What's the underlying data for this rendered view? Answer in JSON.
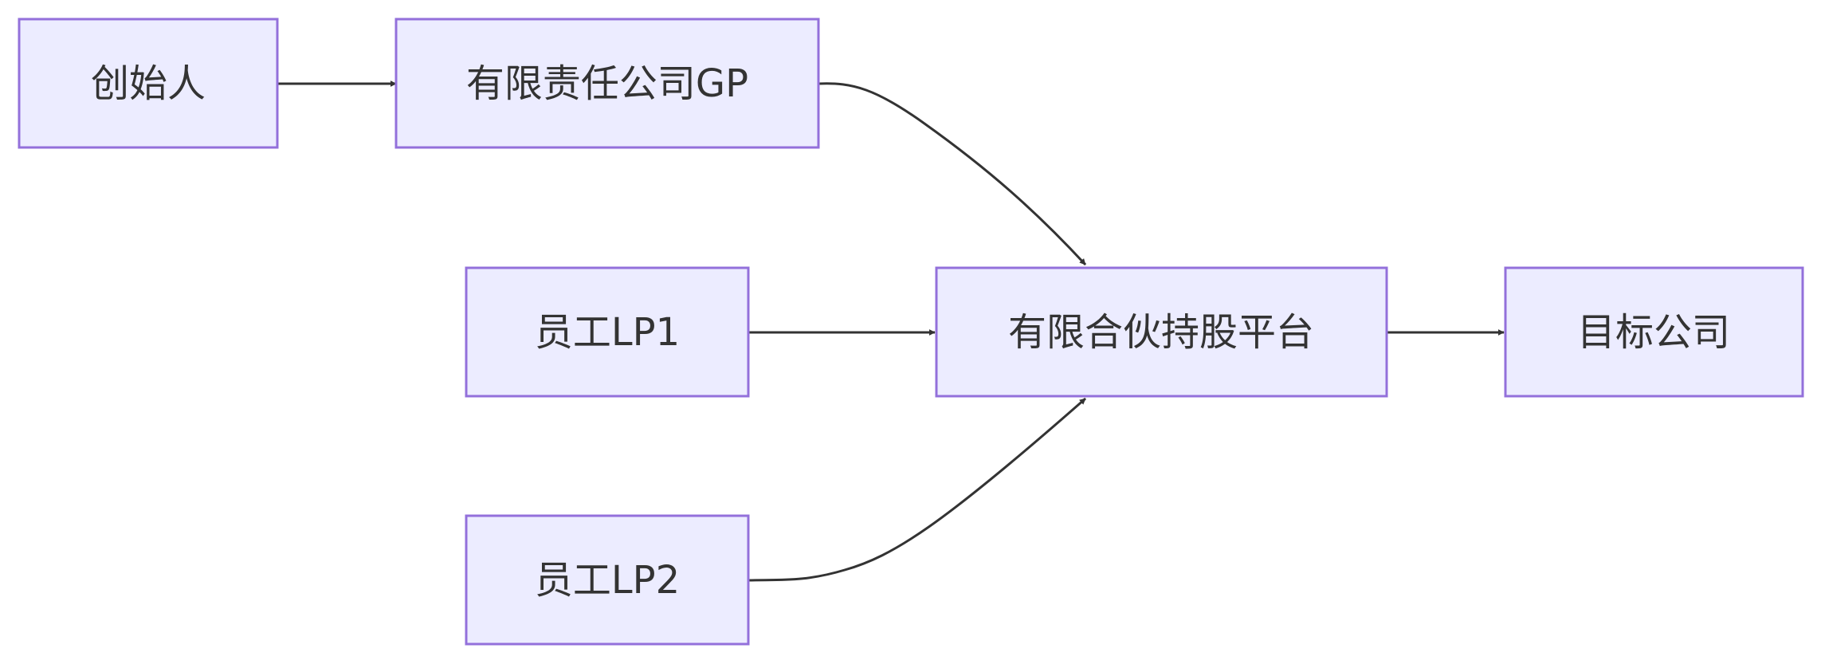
{
  "diagram": {
    "nodes": {
      "founder": "创始人",
      "gp": "有限责任公司GP",
      "lp1": "员工LP1",
      "lp2": "员工LP2",
      "platform": "有限合伙持股平台",
      "target": "目标公司"
    }
  },
  "colors": {
    "node_fill": "#ececff",
    "node_border": "#9370db",
    "edge": "#333333",
    "text": "#333333"
  }
}
